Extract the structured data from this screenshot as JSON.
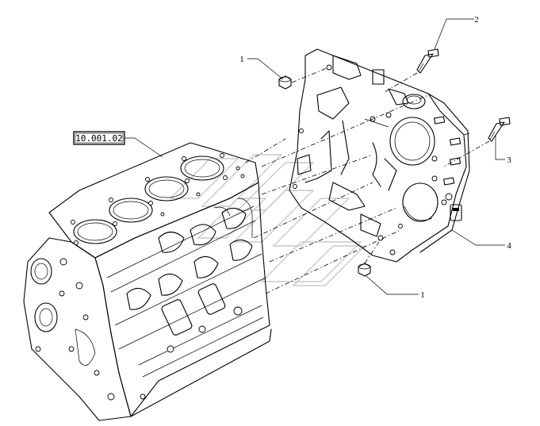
{
  "reference_label": "10.001.02",
  "callouts": [
    {
      "id": "nut-top",
      "number": "1"
    },
    {
      "id": "screw-top",
      "number": "2"
    },
    {
      "id": "screw-right",
      "number": "3"
    },
    {
      "id": "housing",
      "number": "4"
    },
    {
      "id": "nut-bottom",
      "number": "1"
    }
  ]
}
